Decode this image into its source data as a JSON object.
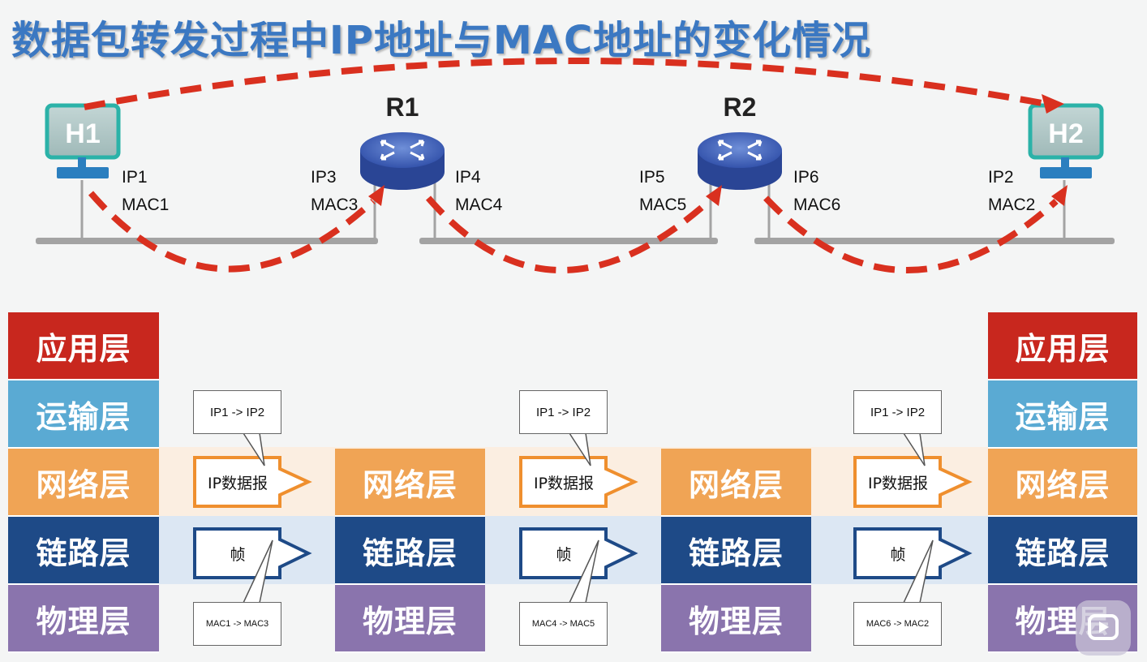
{
  "title": "数据包转发过程中IP地址与MAC地址的变化情况",
  "hosts": {
    "h1": {
      "label": "H1",
      "ip": "IP1",
      "mac": "MAC1"
    },
    "h2": {
      "label": "H2",
      "ip": "IP2",
      "mac": "MAC2"
    }
  },
  "routers": {
    "r1": {
      "label": "R1",
      "left_ip": "IP3",
      "left_mac": "MAC3",
      "right_ip": "IP4",
      "right_mac": "MAC4"
    },
    "r2": {
      "label": "R2",
      "left_ip": "IP5",
      "left_mac": "MAC5",
      "right_ip": "IP6",
      "right_mac": "MAC6"
    }
  },
  "layers": {
    "app": "应用层",
    "transport": "运输层",
    "network": "网络层",
    "link": "链路层",
    "physical": "物理层"
  },
  "hops": [
    {
      "ip_header": "IP1  ->  IP2",
      "datagram": "IP数据报",
      "frame": "帧",
      "mac_header": "MAC1  ->  MAC3"
    },
    {
      "ip_header": "IP1  ->  IP2",
      "datagram": "IP数据报",
      "frame": "帧",
      "mac_header": "MAC4  ->  MAC5"
    },
    {
      "ip_header": "IP1  ->  IP2",
      "datagram": "IP数据报",
      "frame": "帧",
      "mac_header": "MAC6  ->  MAC2"
    }
  ],
  "colors": {
    "title": "#3b78c2",
    "app": "#c8271e",
    "transport": "#5aaad3",
    "network": "#f0a455",
    "link": "#1e4a87",
    "physical": "#8a74ad",
    "network_band": "#fbeee1",
    "link_band": "#dce7f3",
    "arrow": "#d9301f"
  },
  "icons": [
    "host-monitor-icon",
    "router-icon",
    "play-icon"
  ]
}
